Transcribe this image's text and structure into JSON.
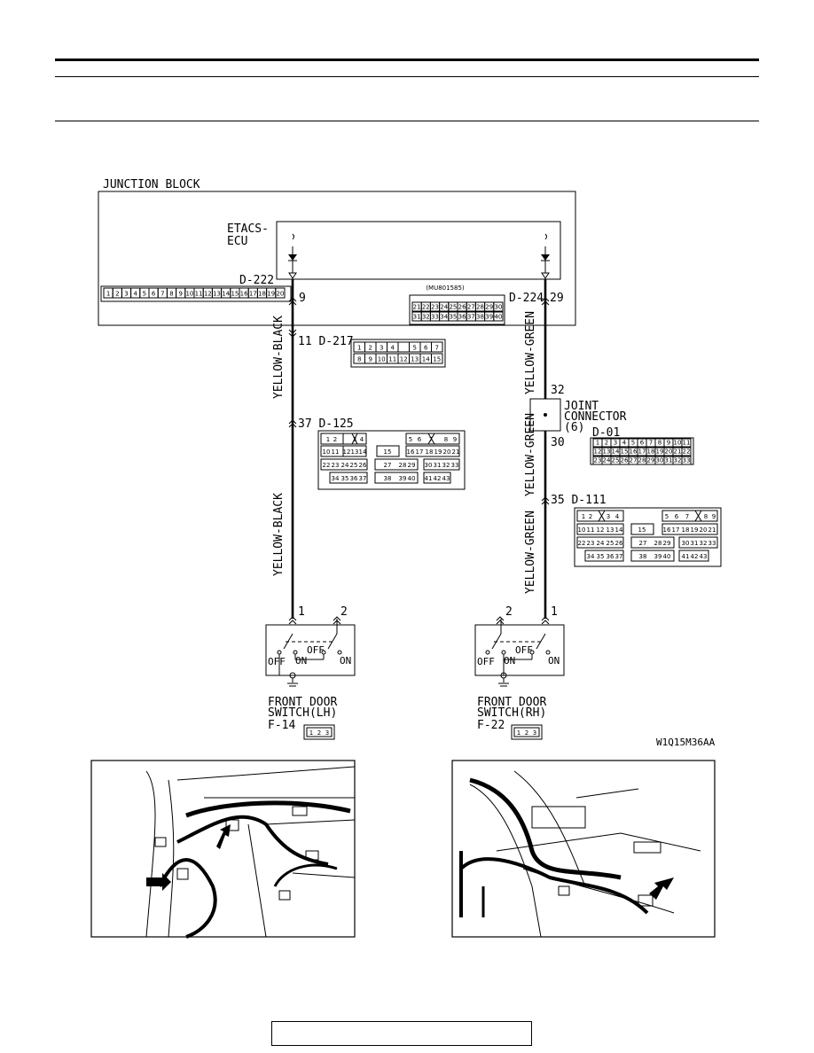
{
  "labels": {
    "junction_block": "JUNCTION BLOCK",
    "etacs_line1": "ETACS-",
    "etacs_line2": "ECU",
    "d222": "D-222",
    "d224": "D-224",
    "part_no": "(MU801585)",
    "pin9": "9",
    "pin29": "29",
    "pin11_d217": "11 D-217",
    "pin37_d125": "37 D-125",
    "pin32": "32",
    "pin30": "30",
    "pin35_d111": "35 D-111",
    "joint1": "JOINT",
    "joint2": "CONNECTOR",
    "joint3": "(6)",
    "d01": "D-01",
    "wire_yb": "YELLOW-BLACK",
    "wire_yg": "YELLOW-GREEN",
    "lh_pin1": "1",
    "lh_pin2": "2",
    "rh_pin2": "2",
    "rh_pin1": "1",
    "sw_off": "OFF",
    "sw_on": "ON",
    "lh_name1": "FRONT DOOR",
    "lh_name2": "SWITCH(LH)",
    "lh_id": "F-14",
    "rh_name1": "FRONT DOOR",
    "rh_name2": "SWITCH(RH)",
    "rh_id": "F-22",
    "fig_code": "W1Q15M36AA"
  },
  "connectors": {
    "d222_pins": [
      "1",
      "2",
      "3",
      "4",
      "5",
      "6",
      "7",
      "8",
      "9",
      "10",
      "11",
      "12",
      "13",
      "14",
      "15",
      "16",
      "17",
      "18",
      "19",
      "20"
    ],
    "d224_row1": [
      "21",
      "22",
      "23",
      "24",
      "25",
      "26",
      "27",
      "28",
      "29",
      "30"
    ],
    "d224_row2": [
      "31",
      "32",
      "33",
      "34",
      "35",
      "36",
      "37",
      "38",
      "39",
      "40"
    ],
    "d217_row1": [
      "1",
      "2",
      "3",
      "4",
      "",
      "5",
      "6",
      "7"
    ],
    "d217_row2": [
      "8",
      "9",
      "10",
      "11",
      "12",
      "13",
      "14",
      "15"
    ],
    "d01_row1": [
      "1",
      "2",
      "3",
      "4",
      "5",
      "6",
      "7",
      "8",
      "9",
      "10",
      "11"
    ],
    "d01_row2": [
      "12",
      "13",
      "14",
      "15",
      "16",
      "17",
      "18",
      "19",
      "20",
      "21",
      "22"
    ],
    "d01_row3": [
      "23",
      "24",
      "25",
      "26",
      "27",
      "28",
      "29",
      "30",
      "31",
      "32",
      "33"
    ],
    "switch_pins": [
      "1",
      "2",
      "3"
    ]
  }
}
